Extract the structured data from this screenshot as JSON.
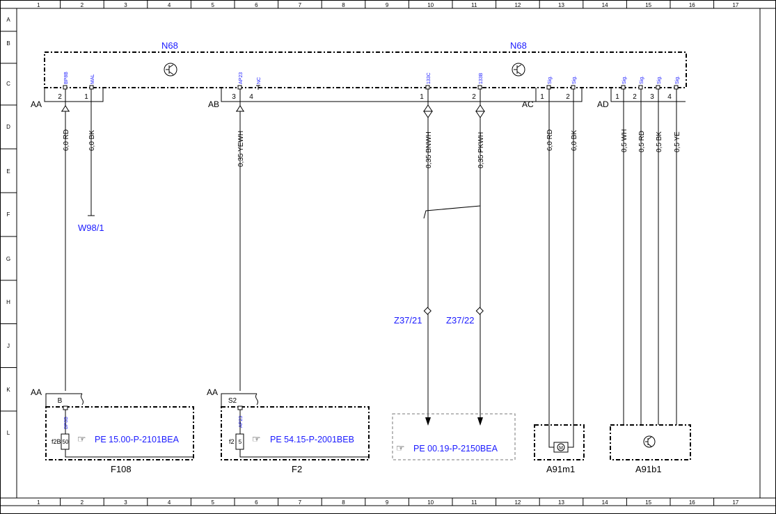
{
  "grid": {
    "columns": [
      "1",
      "2",
      "3",
      "4",
      "5",
      "6",
      "7",
      "8",
      "9",
      "10",
      "11",
      "12",
      "13",
      "14",
      "15",
      "16",
      "17"
    ],
    "rows": [
      "A",
      "B",
      "C",
      "D",
      "E",
      "F",
      "G",
      "H",
      "J",
      "K",
      "L"
    ]
  },
  "module": {
    "label_left": "N68",
    "label_right": "N68"
  },
  "connectors": {
    "AA": {
      "label": "AA",
      "pins": [
        {
          "num": "2",
          "signal": "BP8B",
          "wire": "6,0 RD"
        },
        {
          "num": "1",
          "signal": "MAL",
          "wire": "6,0 BK"
        }
      ]
    },
    "AB": {
      "label": "AB",
      "pins": [
        {
          "num": "3",
          "signal": "AP23",
          "wire": "0,35 YEWH"
        },
        {
          "num": "4",
          "signal": "NC",
          "wire": ""
        }
      ]
    },
    "C13": {
      "pins": [
        {
          "num": "1",
          "signal": "133C",
          "wire": "0,35 BNWH"
        },
        {
          "num": "2",
          "signal": "133B",
          "wire": "0,35 PKWH"
        }
      ]
    },
    "AC": {
      "label": "AC",
      "pins": [
        {
          "num": "1",
          "signal": "Sig.",
          "wire": "6,0 RD"
        },
        {
          "num": "2",
          "signal": "Sig.",
          "wire": "6,0 BK"
        }
      ]
    },
    "AD": {
      "label": "AD",
      "pins": [
        {
          "num": "1",
          "signal": "Sig.",
          "wire": "0,5 WH"
        },
        {
          "num": "2",
          "signal": "Sig.",
          "wire": "0,5 RD"
        },
        {
          "num": "3",
          "signal": "Sig.",
          "wire": "0,5 BK"
        },
        {
          "num": "4",
          "signal": "Sig.",
          "wire": "0,5 YE"
        }
      ]
    }
  },
  "ground": {
    "label": "W98/1"
  },
  "splices": [
    {
      "label": "Z37/21"
    },
    {
      "label": "Z37/22"
    }
  ],
  "components": {
    "F108": {
      "label": "F108",
      "conn_label": "AA",
      "pin": "B",
      "signal": "BP8B",
      "fuse_id": "f2B",
      "fuse_value": "50",
      "ref": "PE 15.00-P-2101BEA"
    },
    "F2": {
      "label": "F2",
      "conn_label": "AA",
      "pin": "S2",
      "signal": "AP23",
      "fuse_id": "f2",
      "fuse_value": "5",
      "ref": "PE 54.15-P-2001BEB"
    },
    "PE_box": {
      "ref": "PE 00.19-P-2150BEA"
    },
    "A91m1": {
      "label": "A91m1",
      "symbol": "M"
    },
    "A91b1": {
      "label": "A91b1"
    }
  },
  "icons": {
    "reference_hand": "pointing-hand-icon",
    "transistor": "transistor-symbol-icon",
    "motor": "motor-symbol-icon",
    "ground": "ground-symbol-icon"
  }
}
